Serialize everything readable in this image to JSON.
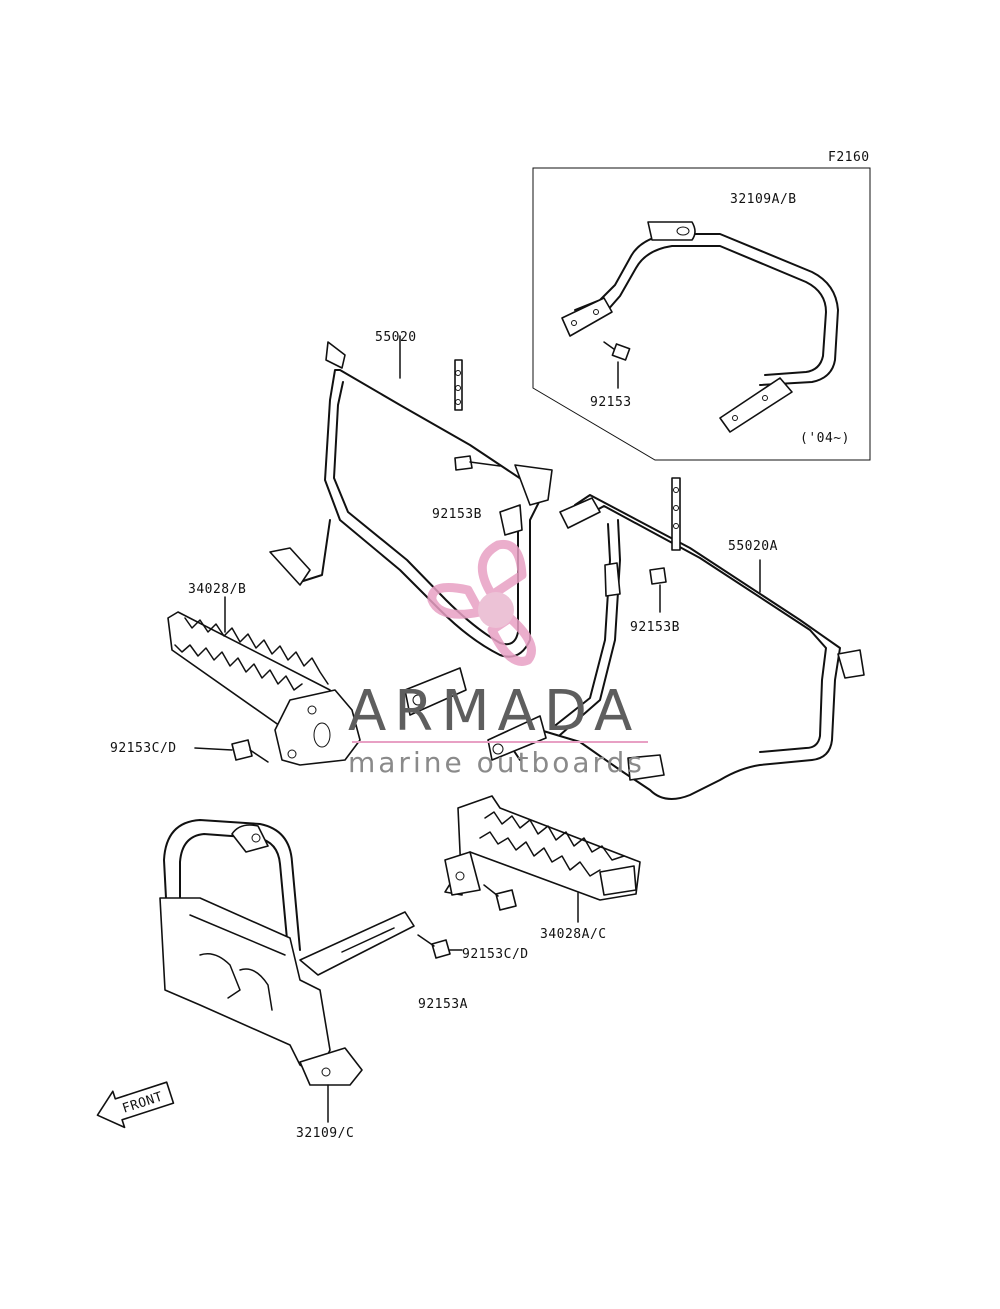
{
  "figure_code": "F2160",
  "inset": {
    "part_label": "32109A/B",
    "bolt_label": "92153",
    "note": "('04~)"
  },
  "callouts": {
    "frame_left": "55020",
    "frame_right": "55020A",
    "bolt_b_left": "92153B",
    "bolt_b_right": "92153B",
    "step_left": "34028/B",
    "step_right": "34028A/C",
    "bolt_cd_left": "92153C/D",
    "bolt_cd_right": "92153C/D",
    "bolt_a": "92153A",
    "guard": "32109/C"
  },
  "front_arrow": "FRONT",
  "watermark": {
    "brand": "ARMADA",
    "tagline": "marine outboards",
    "colors": {
      "propeller": "#e8a0c4",
      "hub": "#e9b8cf",
      "text": "#5e5e5e",
      "accent": "#e8a0c4"
    }
  }
}
